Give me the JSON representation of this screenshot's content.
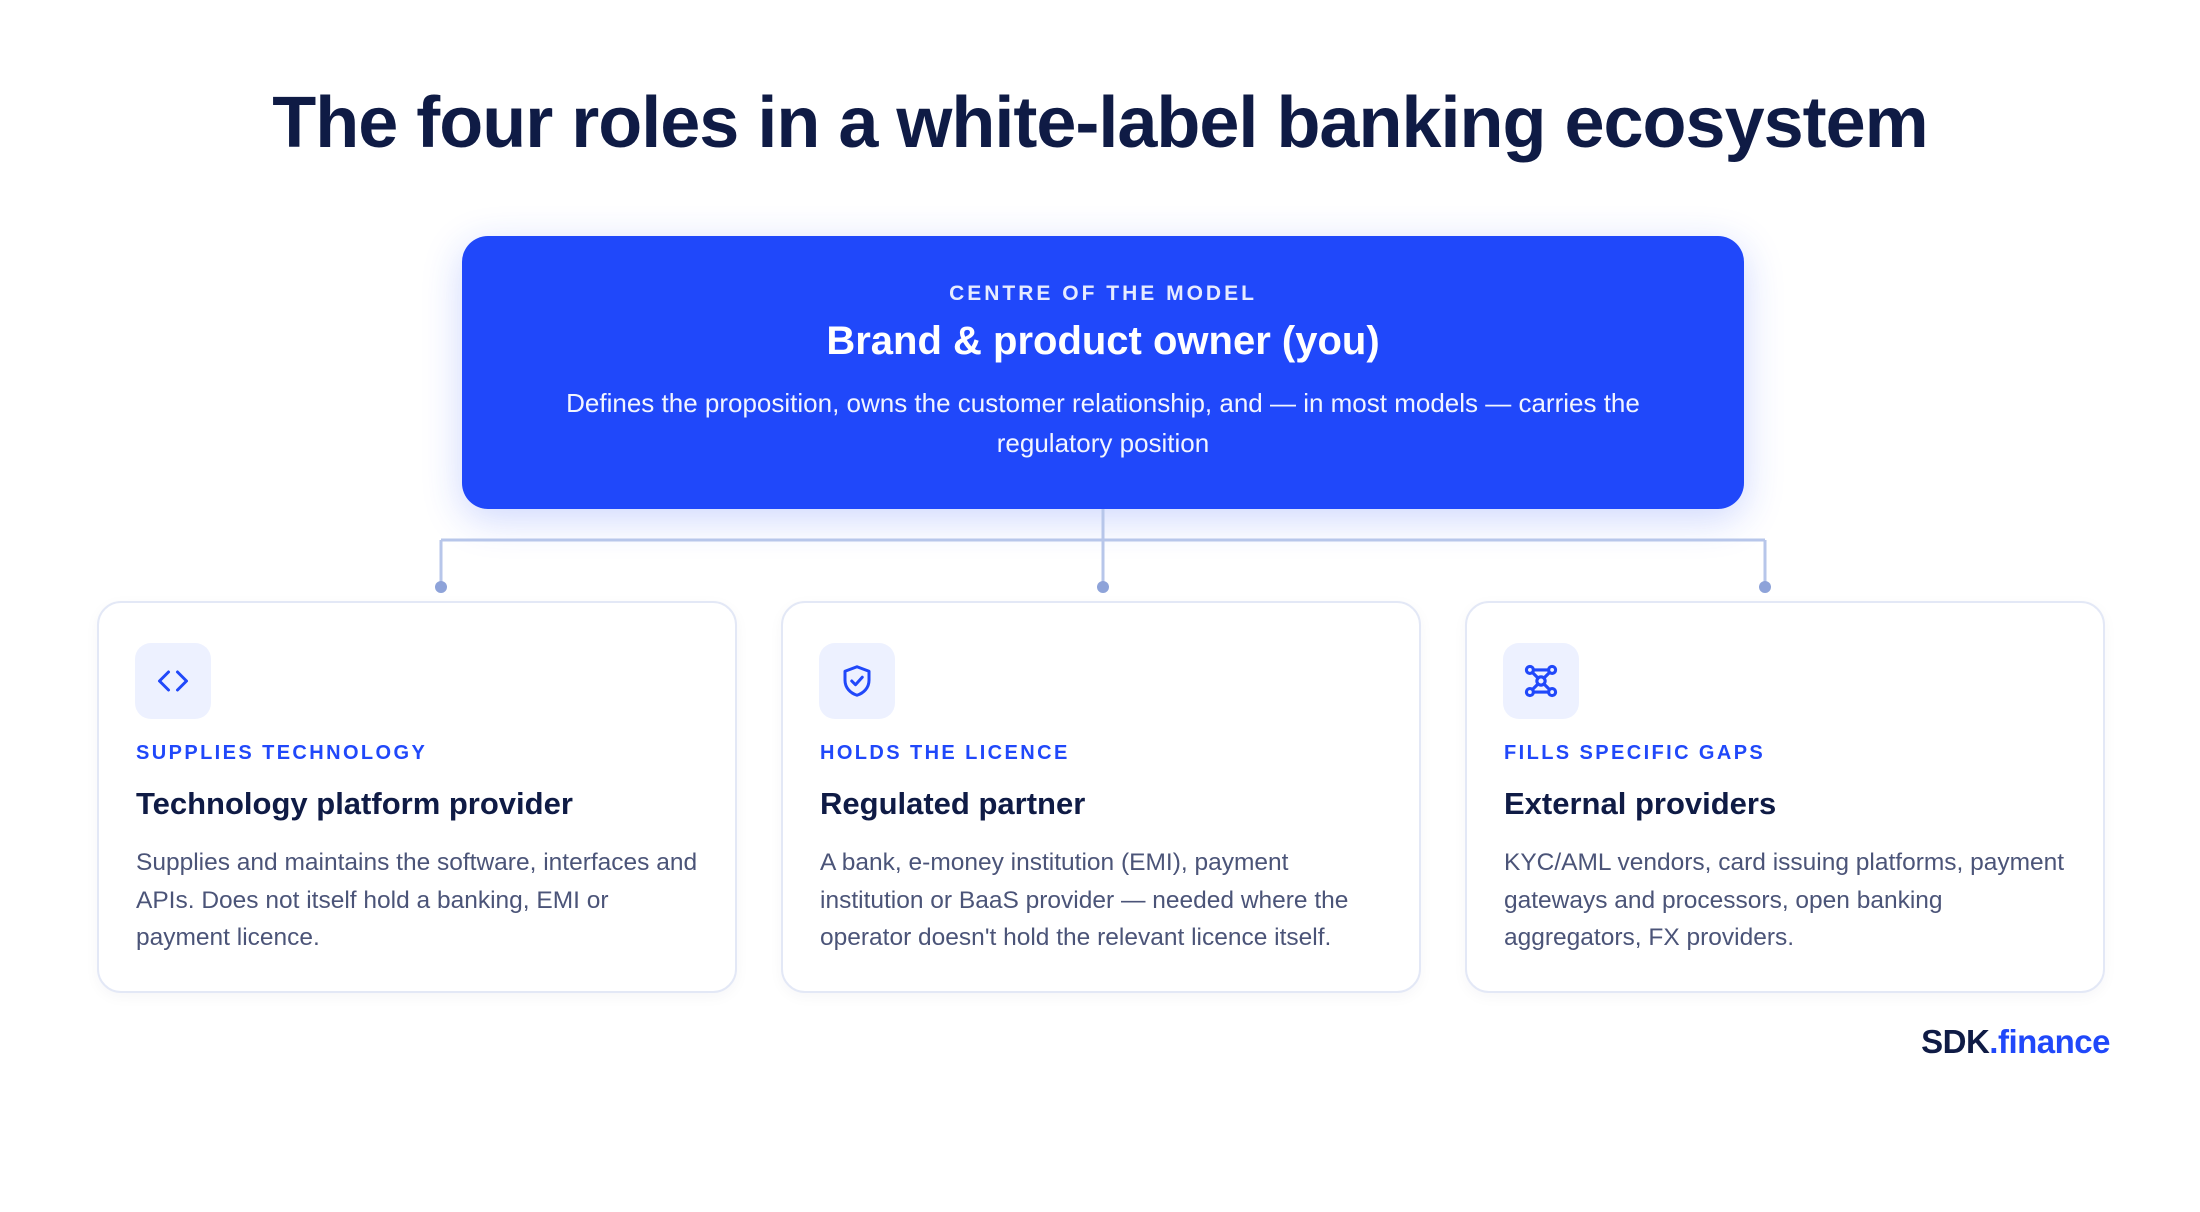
{
  "title": "The four roles in a white-label banking ecosystem",
  "centre": {
    "eyebrow": "CENTRE OF THE MODEL",
    "heading": "Brand & product owner (you)",
    "description": "Defines the proposition, owns the customer relationship, and — in most models — carries the regulatory position"
  },
  "cards": [
    {
      "icon": "code-brackets-icon",
      "eyebrow": "SUPPLIES TECHNOLOGY",
      "heading": "Technology platform provider",
      "description": "Supplies and maintains the software, interfaces and APIs. Does not itself hold a banking, EMI or payment licence."
    },
    {
      "icon": "shield-check-icon",
      "eyebrow": "HOLDS THE LICENCE",
      "heading": "Regulated partner",
      "description": "A bank, e-money institution (EMI), payment institution or BaaS provider — needed where the operator doesn't hold the relevant licence itself."
    },
    {
      "icon": "network-nodes-icon",
      "eyebrow": "FILLS SPECIFIC GAPS",
      "heading": "External providers",
      "description": "KYC/AML vendors, card issuing platforms, payment gateways and processors, open banking aggregators, FX providers."
    }
  ],
  "brand": {
    "part1": "SDK",
    "part2": ".finance"
  },
  "colors": {
    "accent": "#2048fa",
    "navy": "#0f1b45",
    "connector": "#b7c6ea",
    "connector_dot": "#8ea3d9",
    "icon_tile": "#edf1ff",
    "body_text": "#4b5478"
  }
}
